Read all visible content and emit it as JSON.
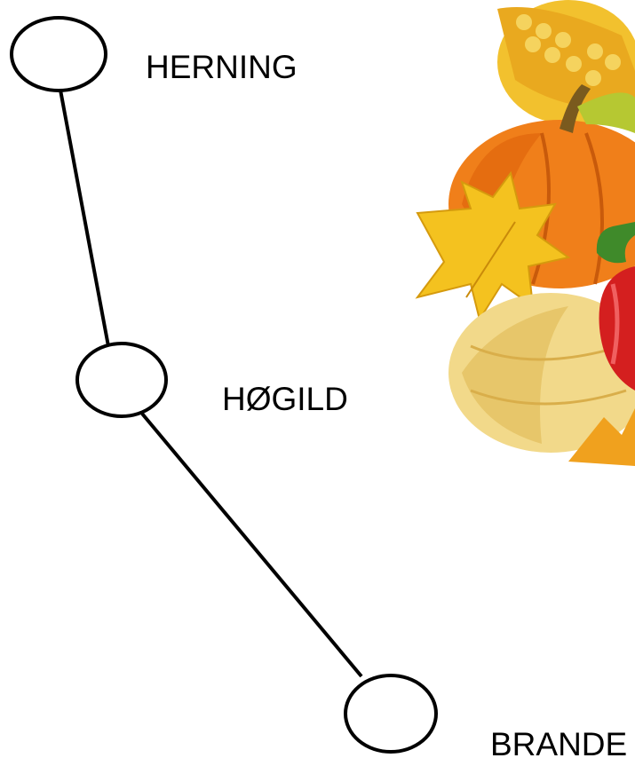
{
  "stops": [
    {
      "label": "HERNING"
    },
    {
      "label": "HØGILD"
    },
    {
      "label": "BRANDE"
    }
  ],
  "decoration": {
    "icon": "harvest-cornucopia-illustration",
    "colors": {
      "pumpkin": "#f07f1a",
      "corn": "#f2c12e",
      "leaf_yellow": "#f4c21f",
      "squash": "#f2d98a",
      "pepper": "#d41f1f",
      "stem_green": "#3f8a2a"
    }
  },
  "colors": {
    "line": "#000000",
    "node_fill": "#ffffff",
    "background": "#ffffff"
  }
}
